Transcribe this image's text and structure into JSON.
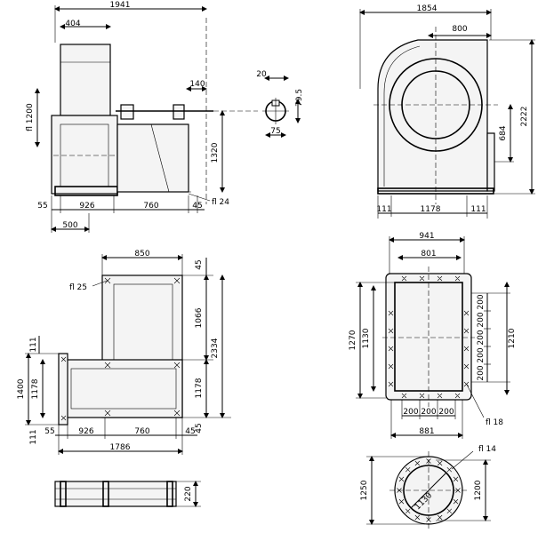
{
  "views": {
    "side": {
      "dims": {
        "total_width": "1941",
        "top_width": "404",
        "shaft_ext": "140",
        "outlet_height": "fl 1200",
        "base_height": "1320",
        "base_left": "55",
        "base_mid": "926",
        "base_right": "760",
        "base_end": "45",
        "flange": "fl 24",
        "bottom": "500"
      }
    },
    "shaft_detail": {
      "dims": {
        "keyway_width": "20",
        "key_depth": "79.5",
        "diameter": "75"
      }
    },
    "front": {
      "dims": {
        "total_width": "1854",
        "half_width": "800",
        "total_height": "2222",
        "inlet_height": "684",
        "left_foot": "111",
        "mid_span": "1178",
        "right_foot": "111"
      }
    },
    "frame_plan": {
      "dims": {
        "top_width": "850",
        "hole": "fl 25",
        "top_offset": "45",
        "upper": "1066",
        "total": "2334",
        "lower": "1178",
        "bottom_offset": "45",
        "left_top": "111",
        "left_total": "1400",
        "left_mid": "1178",
        "left_bottom": "111",
        "base_left": "55",
        "base_mid": "926",
        "base_right": "760",
        "base_end": "45",
        "overall": "1786"
      }
    },
    "frame_side": {
      "dims": {
        "height": "220"
      }
    },
    "outlet_flange": {
      "dims": {
        "outer_width": "941",
        "inner_width": "801",
        "outer_height": "1270",
        "inner_height": "1130",
        "right_total": "1210",
        "pitch_1": "200",
        "pitch_2": "200",
        "pitch_3": "200",
        "pitch_4": "200",
        "pitch_5": "200",
        "bottom_1": "200",
        "bottom_2": "200",
        "bottom_3": "200",
        "bottom_width": "881",
        "hole": "fl 18"
      }
    },
    "inlet_flange": {
      "dims": {
        "hole": "fl 14",
        "inner_diameter": "1130",
        "outer_height": "1250",
        "pitch_circle": "1200"
      }
    }
  }
}
